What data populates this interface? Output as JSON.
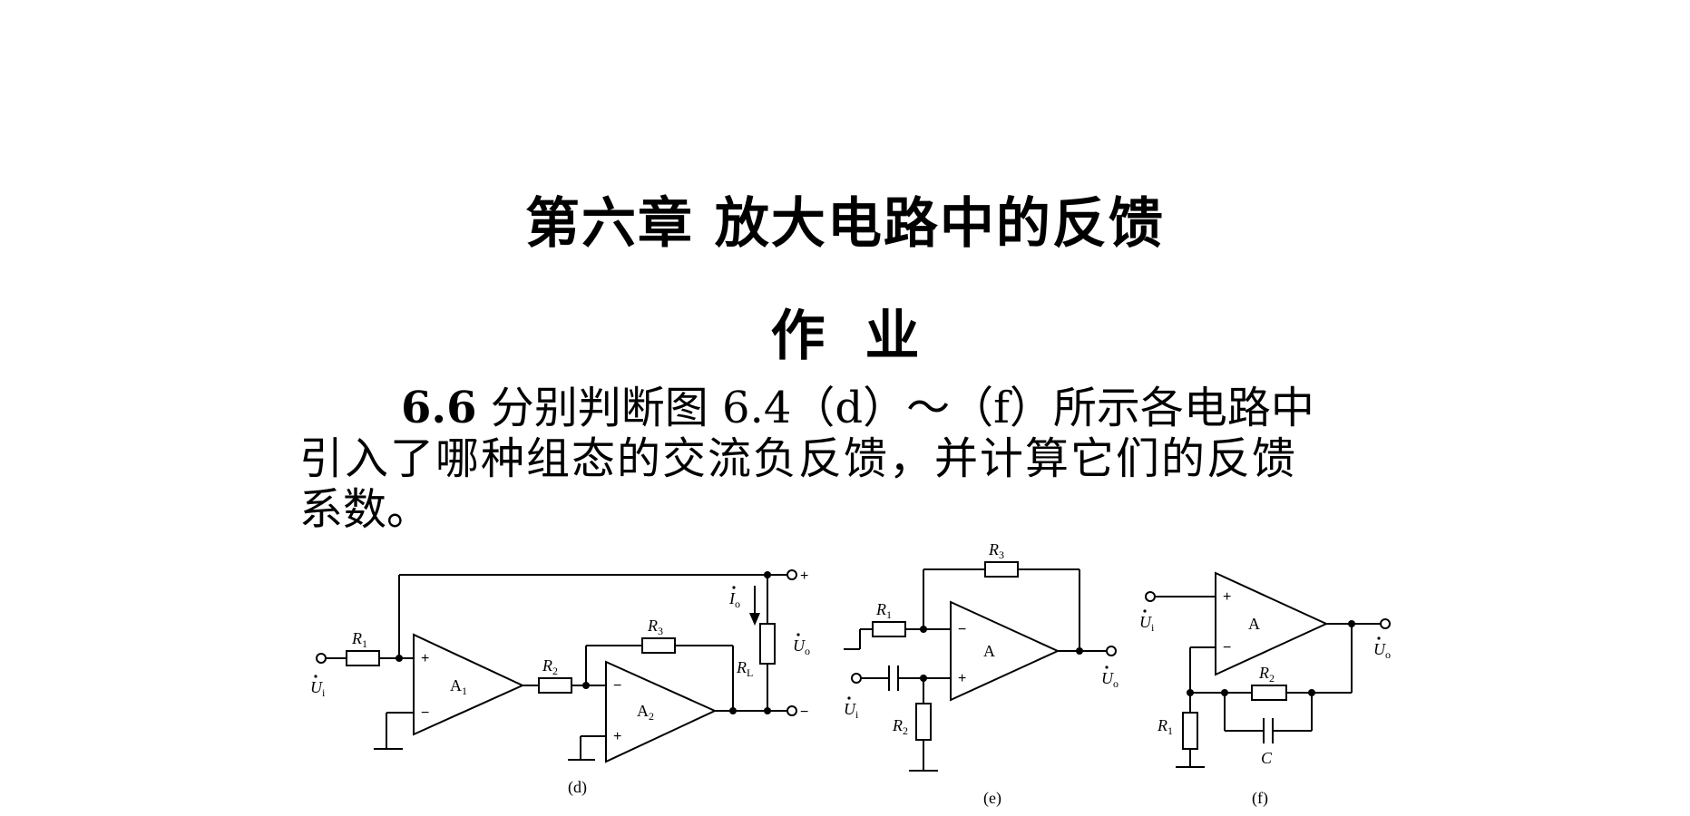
{
  "chapter_title": "第六章 放大电路中的反馈",
  "section": {
    "part1": "作",
    "part2": "业"
  },
  "problem": {
    "number": "6.6",
    "line1": "分别判断图 6.4（d）～（f）所示各电路中",
    "line2": "引入了哪种组态的交流负反馈，并计算它们的反馈",
    "line3": "系数。"
  },
  "figures": {
    "d": {
      "caption": "(d)",
      "amps": [
        "A",
        "A"
      ],
      "amp_subs": [
        "1",
        "2"
      ],
      "resistors": [
        {
          "name": "R",
          "sub": "1"
        },
        {
          "name": "R",
          "sub": "2"
        },
        {
          "name": "R",
          "sub": "3"
        },
        {
          "name": "R",
          "sub": "L"
        }
      ],
      "input": {
        "name": "U",
        "sub": "i"
      },
      "output": {
        "name": "U",
        "sub": "o"
      },
      "current": {
        "name": "I",
        "sub": "o"
      },
      "plus": "+",
      "minus": "−",
      "out_plus": "+",
      "out_minus": "−"
    },
    "e": {
      "caption": "(e)",
      "amp": "A",
      "resistors": [
        {
          "name": "R",
          "sub": "1"
        },
        {
          "name": "R",
          "sub": "2"
        },
        {
          "name": "R",
          "sub": "3"
        }
      ],
      "input": {
        "name": "U",
        "sub": "i"
      },
      "output": {
        "name": "U",
        "sub": "o"
      },
      "plus": "+",
      "minus": "−"
    },
    "f": {
      "caption": "(f)",
      "amp": "A",
      "resistors": [
        {
          "name": "R",
          "sub": "1"
        },
        {
          "name": "R",
          "sub": "2"
        }
      ],
      "capacitor": "C",
      "input": {
        "name": "U",
        "sub": "i"
      },
      "output": {
        "name": "U",
        "sub": "o"
      },
      "plus": "+",
      "minus": "−"
    }
  }
}
